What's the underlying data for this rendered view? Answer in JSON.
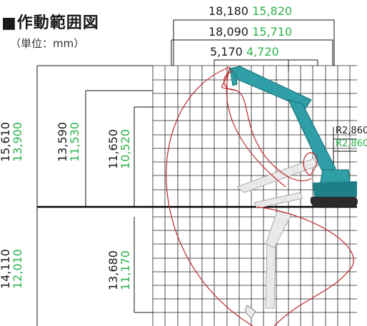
{
  "title": "■作動範囲図",
  "unit_note": "（単位：mm）",
  "top_dims": [
    {
      "black": "18,180",
      "green": "15,820"
    },
    {
      "black": "18,090",
      "green": "15,710"
    },
    {
      "black": "5,170",
      "green": "4,720"
    }
  ],
  "left_dims": [
    {
      "black": "15,610",
      "green": "13,900"
    },
    {
      "black": "13,590",
      "green": "11,530"
    },
    {
      "black": "11,650",
      "green": "10,520"
    },
    {
      "black": "14,110",
      "green": "12,010"
    },
    {
      "black": "13,680",
      "green": "11,170"
    }
  ],
  "radius": {
    "black": "R2,860",
    "green": "R2,860"
  },
  "colors": {
    "dim_line": "#111111",
    "green": "#2db34a",
    "envelope": "#c0272d",
    "grid": "#222222",
    "machine": "#2f9ea6"
  }
}
